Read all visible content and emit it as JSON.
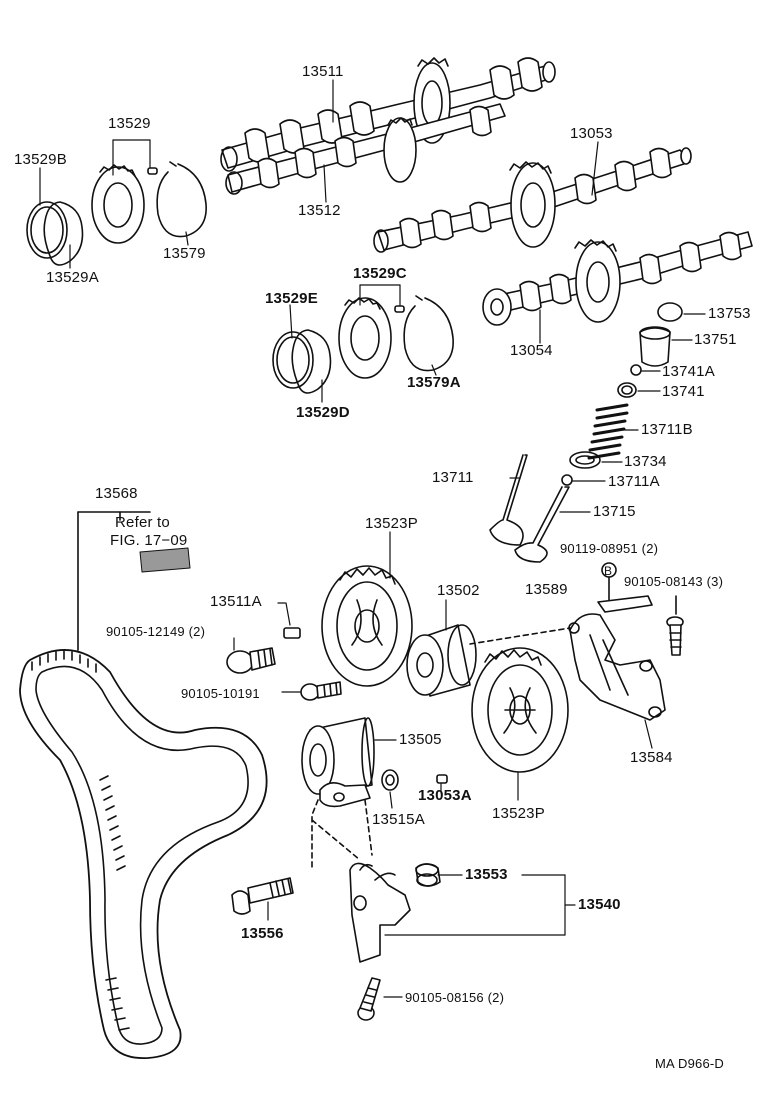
{
  "diagram": {
    "labels": {
      "p13511": "13511",
      "p13529": "13529",
      "p13529B": "13529B",
      "p13529A": "13529A",
      "p13579": "13579",
      "p13512": "13512",
      "p13053": "13053",
      "p13529C": "13529C",
      "p13529E": "13529E",
      "p13529D": "13529D",
      "p13579A": "13579A",
      "p13054": "13054",
      "p13753": "13753",
      "p13751": "13751",
      "p13741A": "13741A",
      "p13741": "13741",
      "p13711B": "13711B",
      "p13734": "13734",
      "p13711": "13711",
      "p13711A": "13711A",
      "p13715": "13715",
      "p13568": "13568",
      "refer1": "Refer to",
      "refer2": "FIG. 17−09",
      "p13523P_top": "13523P",
      "p90119": "90119-08951 (2)",
      "p13589": "13589",
      "pB": "B",
      "p90105_08143": "90105-08143 (3)",
      "p13511A": "13511A",
      "p13502": "13502",
      "p90105_12149": "90105-12149 (2)",
      "p90105_10191": "90105-10191",
      "p13584": "13584",
      "p13505": "13505",
      "p13053A": "13053A",
      "p13515A": "13515A",
      "p13523P_bot": "13523P",
      "p13553": "13553",
      "p13540": "13540",
      "p13556": "13556",
      "p90105_08156": "90105-08156 (2)",
      "code": "MA D966-D"
    }
  }
}
